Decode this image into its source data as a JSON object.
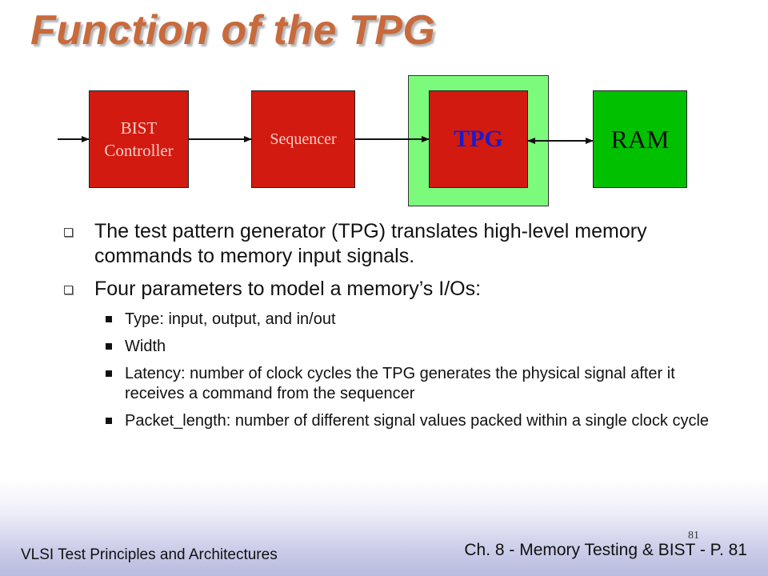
{
  "slide": {
    "title": "Function of the TPG",
    "diagram": {
      "blocks": {
        "bist_line1": "BIST",
        "bist_line2": "Controller",
        "sequencer": "Sequencer",
        "tpg": "TPG",
        "ram": "RAM"
      },
      "colors": {
        "block_red": "#d21a10",
        "ram_green": "#00c000",
        "highlight_green": "#7cfa7c",
        "tpg_text": "#1a1acc"
      }
    },
    "bullets": [
      {
        "text": "The test pattern generator (TPG) translates high-level memory commands to memory input signals.",
        "sub": []
      },
      {
        "text": "Four parameters to model a memory’s I/Os:",
        "sub": [
          "Type: input, output, and in/out",
          "Width",
          "Latency: number of clock cycles the TPG generates the physical signal after it receives a command from the sequencer",
          "Packet_length: number of different signal values packed within a single clock cycle"
        ]
      }
    ],
    "footer": {
      "left": "VLSI Test Principles and Architectures",
      "right": "Ch. 8 - Memory Testing & BIST - P. 81",
      "page_small": "81"
    },
    "title_color": "#c86a3c"
  }
}
